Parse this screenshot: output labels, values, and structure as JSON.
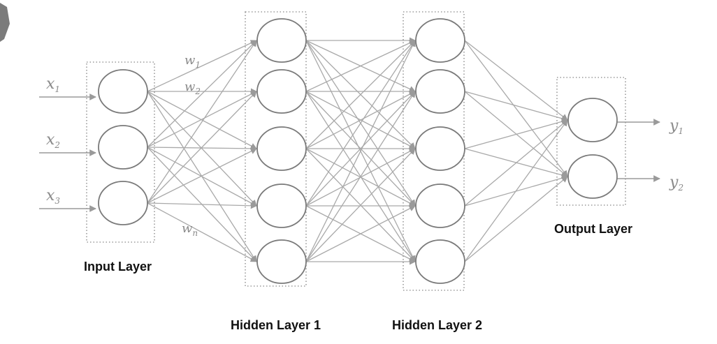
{
  "diagram": {
    "colors": {
      "node_stroke": "#7a7a7a",
      "edge": "#a9a9a9",
      "arrowhead": "#9a9a9a",
      "box": "#9a9a9a",
      "label_text": "#111111",
      "math_text": "#8a8a8a"
    },
    "layers": [
      {
        "id": "input",
        "title": "Input Layer",
        "node_count": 3
      },
      {
        "id": "hidden1",
        "title": "Hidden Layer 1",
        "node_count": 5
      },
      {
        "id": "hidden2",
        "title": "Hidden Layer 2",
        "node_count": 5
      },
      {
        "id": "output",
        "title": "Output Layer",
        "node_count": 2
      }
    ],
    "inputs": [
      {
        "base": "x",
        "sub": "1"
      },
      {
        "base": "x",
        "sub": "2"
      },
      {
        "base": "x",
        "sub": "3"
      }
    ],
    "outputs": [
      {
        "base": "y",
        "sub": "1"
      },
      {
        "base": "y",
        "sub": "2"
      }
    ],
    "weights": [
      {
        "base": "w",
        "sub": "1"
      },
      {
        "base": "w",
        "sub": "2"
      },
      {
        "base": "w",
        "sub": "n"
      }
    ]
  }
}
